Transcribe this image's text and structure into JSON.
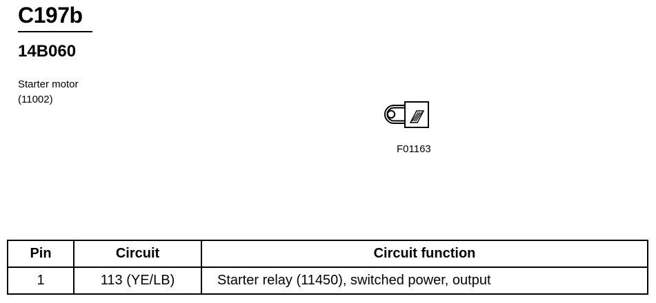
{
  "header": {
    "connector_id": "C197b",
    "part_number": "14B060",
    "component_name": "Starter motor",
    "component_code": "(11002)"
  },
  "figure": {
    "code": "F01163",
    "icon": "ring-terminal-connector-icon"
  },
  "table": {
    "headers": {
      "pin": "Pin",
      "circuit": "Circuit",
      "function": "Circuit function"
    },
    "rows": [
      {
        "pin": "1",
        "circuit": "113 (YE/LB)",
        "function": "Starter relay (11450), switched power, output"
      }
    ]
  }
}
